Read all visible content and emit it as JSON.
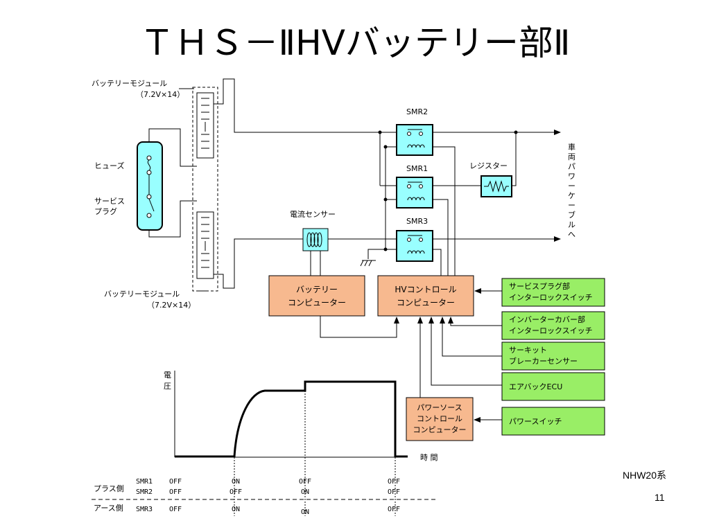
{
  "title": "ＴＨＳ－ⅡHVバッテリー部Ⅱ",
  "battery_module_top": {
    "line1": "バッテリーモジュール",
    "line2": "（7.2V×14）"
  },
  "battery_module_bottom": {
    "line1": "バッテリーモジュール",
    "line2": "（7.2V×14）"
  },
  "fuse_label": "ヒューズ",
  "service_plug_label": {
    "line1": "サービス",
    "line2": "プラグ"
  },
  "current_sensor_label": "電流センサー",
  "smr": {
    "smr2": "SMR2",
    "smr1": "SMR1",
    "smr3": "SMR3"
  },
  "resistor_label": "レジスター",
  "vehicle_cable_label": [
    "車",
    "両",
    "パ",
    "ワ",
    "ー",
    "ケ",
    "ー",
    "ブ",
    "ル",
    "へ"
  ],
  "battery_computer": {
    "line1": "バッテリー",
    "line2": "コンピューター"
  },
  "hv_computer": {
    "line1": "HVコントロール",
    "line2": "コンピューター"
  },
  "power_source_computer": {
    "line1": "パワーソース",
    "line2": "コントロール",
    "line3": "コンピューター"
  },
  "inputs": {
    "service_plug_interlock": {
      "line1": "サービスプラグ部",
      "line2": "インターロックスイッチ"
    },
    "inverter_cover_interlock": {
      "line1": "インバーターカバー部",
      "line2": "インターロックスイッチ"
    },
    "circuit_breaker_sensor": {
      "line1": "サーキット",
      "line2": "ブレーカーセンサー"
    },
    "airbag_ecu": "エアバックECU",
    "power_switch": "パワースイッチ"
  },
  "graph": {
    "ylabel": [
      "電",
      "圧"
    ],
    "xlabel": "時 間"
  },
  "timing_table": {
    "plus_side_label": "プラス側",
    "earth_side_label": "アース側",
    "row_labels": {
      "smr1": "SMR1",
      "smr2": "SMR2",
      "smr3": "SMR3"
    },
    "smr1": [
      "OFF",
      "ON",
      "OFF",
      "OFF"
    ],
    "smr2": [
      "OFF",
      "OFF",
      "ON",
      "OFF"
    ],
    "smr3": [
      "OFF",
      "ON",
      "ON",
      "OFF"
    ]
  },
  "footer": {
    "model": "NHW20系",
    "page": "11"
  },
  "colors": {
    "relay_fill": "#99ffff",
    "computer_fill": "#f7b98f",
    "input_fill": "#99ee66",
    "fuse_fill": "#99ffff"
  }
}
